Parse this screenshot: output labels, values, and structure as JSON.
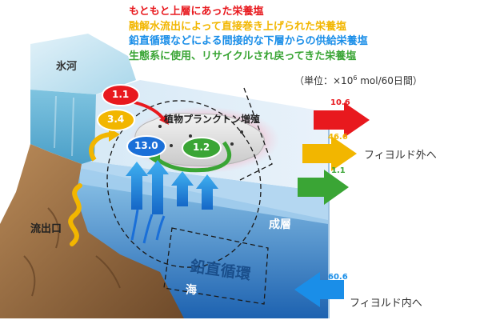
{
  "legend": [
    {
      "text": "もともと上層にあった栄養塩",
      "color": "#e8191e"
    },
    {
      "text": "融解水流出によって直接巻き上げられた栄養塩",
      "color": "#f2b600"
    },
    {
      "text": "鉛直循環などによる間接的な下層からの供給栄養塩",
      "color": "#1a8ee8"
    },
    {
      "text": "生態系に使用、リサイクルされ戻ってきた栄養塩",
      "color": "#3aa535"
    }
  ],
  "unit": {
    "prefix": "（単位：×10",
    "exponent": "6",
    "suffix": " mol/60日間）"
  },
  "labels": {
    "glacier": "氷河",
    "outflow": "流出口",
    "stratified_layer": "成層",
    "sea": "海",
    "vertical_circulation": "鉛直循環",
    "plankton": "植物プランクトン増殖",
    "to_outside": "フィヨルド外へ",
    "to_inside": "フィヨルド内へ"
  },
  "bubbles": [
    {
      "value": "1.1",
      "color": "#e8191e"
    },
    {
      "value": "3.4",
      "color": "#f2b600"
    },
    {
      "value": "13.0",
      "color": "#1a6fd8"
    },
    {
      "value": "1.2",
      "color": "#3aa535"
    }
  ],
  "outflows": [
    {
      "value": "10.6",
      "color": "#e8191e"
    },
    {
      "value": "46.6",
      "color": "#f2b600"
    },
    {
      "value": "1.1",
      "color": "#3aa535"
    }
  ],
  "inflow": {
    "value": "60.6",
    "color": "#1a8ee8"
  }
}
